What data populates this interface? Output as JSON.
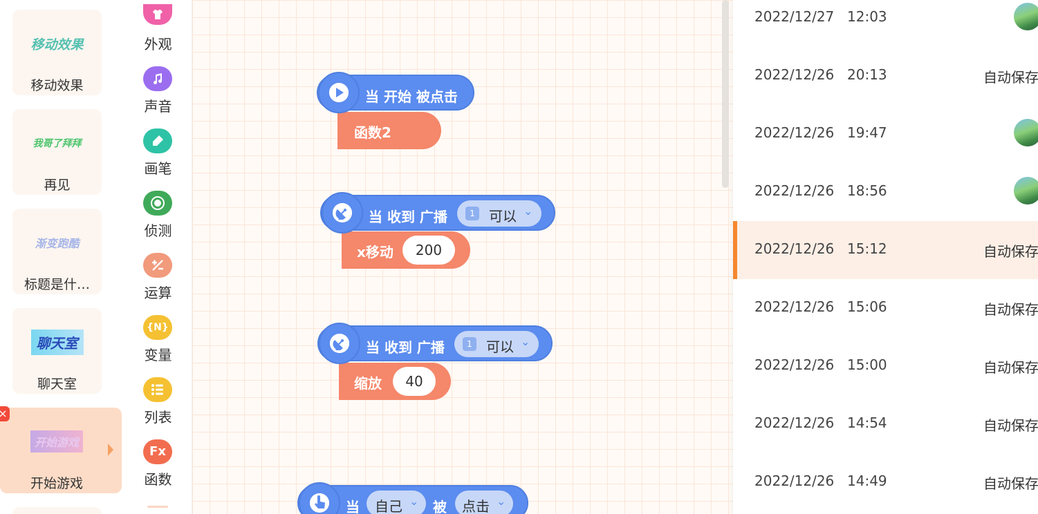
{
  "sprites": [
    {
      "name": "移动效果",
      "thumb": "移动效果",
      "thumb_color": "#56c1b1"
    },
    {
      "name": "再见",
      "thumb": "我哥了拜拜",
      "thumb_color": "#4cc46c"
    },
    {
      "name": "标题是什…",
      "thumb": "渐变跑酷",
      "thumb_color": "#a7b6e8"
    },
    {
      "name": "聊天室",
      "thumb": "聊天室",
      "thumb_color": "#3a5fc8"
    },
    {
      "name": "开始游戏",
      "thumb": "开始游戏",
      "thumb_color": "#d9a5e0",
      "active": true
    }
  ],
  "close_icon": "×",
  "categories": [
    {
      "label": "外观",
      "icon": "shirt-icon",
      "color": "#f061a8"
    },
    {
      "label": "声音",
      "icon": "music-note-icon",
      "color": "#9b6ef0"
    },
    {
      "label": "画笔",
      "icon": "pen-icon",
      "color": "#2ec3a6"
    },
    {
      "label": "侦测",
      "icon": "target-icon",
      "color": "#3faa59"
    },
    {
      "label": "运算",
      "icon": "math-ops-icon",
      "color": "#f19a7c"
    },
    {
      "label": "变量",
      "icon": "variable-icon",
      "color": "#f5c132",
      "glyph": "{N}"
    },
    {
      "label": "列表",
      "icon": "list-icon",
      "color": "#f5c132"
    },
    {
      "label": "函数",
      "icon": "function-icon",
      "color": "#f26d4f",
      "glyph": "Fx"
    }
  ],
  "blocks": {
    "start": {
      "hat": "当 开始 被点击",
      "body": "函数2"
    },
    "broadcast1": {
      "prefix": "当 收到 广播",
      "badge": "1",
      "option": "可以",
      "body_label": "x移动",
      "body_value": "200"
    },
    "broadcast2": {
      "prefix": "当 收到 广播",
      "badge": "1",
      "option": "可以",
      "body_label": "缩放",
      "body_value": "40"
    },
    "clicked": {
      "word1": "当",
      "target": "自己",
      "word2": "被",
      "event": "点击"
    }
  },
  "history": [
    {
      "date": "2022/12/27",
      "time": "12:03",
      "note": "",
      "avatar": true
    },
    {
      "date": "2022/12/26",
      "time": "20:13",
      "note": "自动保存",
      "avatar": false
    },
    {
      "date": "2022/12/26",
      "time": "19:47",
      "note": "",
      "avatar": true
    },
    {
      "date": "2022/12/26",
      "time": "18:56",
      "note": "",
      "avatar": true
    },
    {
      "date": "2022/12/26",
      "time": "15:12",
      "note": "自动保存",
      "avatar": false,
      "active": true
    },
    {
      "date": "2022/12/26",
      "time": "15:06",
      "note": "自动保存",
      "avatar": false
    },
    {
      "date": "2022/12/26",
      "time": "15:00",
      "note": "自动保存",
      "avatar": false
    },
    {
      "date": "2022/12/26",
      "time": "14:54",
      "note": "自动保存",
      "avatar": false
    },
    {
      "date": "2022/12/26",
      "time": "14:49",
      "note": "自动保存",
      "avatar": false
    }
  ]
}
